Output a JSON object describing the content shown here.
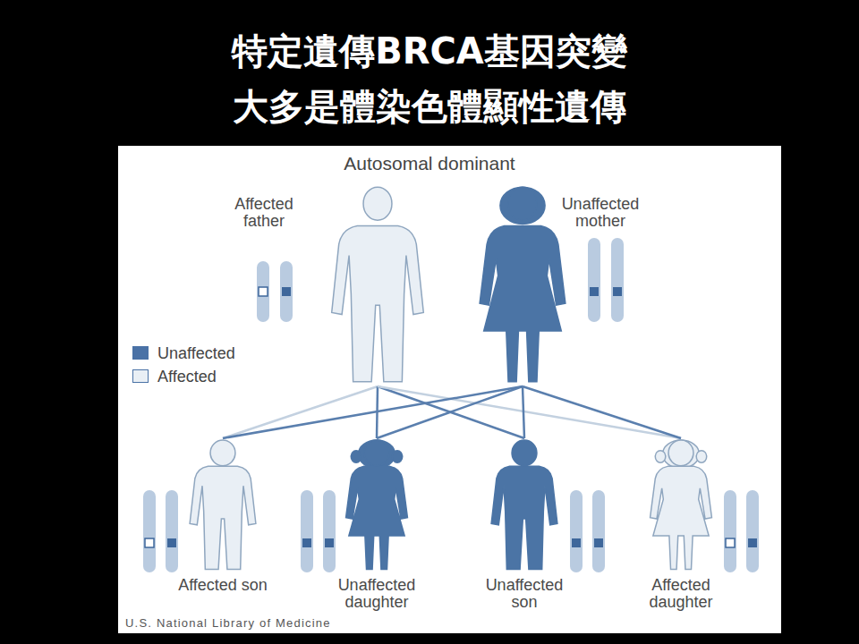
{
  "diagram": {
    "title": "特定遺傳BRCA基因突變 大多是體染色體顯性遺傳",
    "nodes": [
      {
        "text": [
          "Affected father"
        ]
      },
      {
        "text": [
          "Unaffected mother"
        ]
      },
      {
        "text": [
          "Affected son"
        ]
      },
      {
        "text": [
          "Unaffected daughter"
        ]
      },
      {
        "text": [
          "Unaffected son"
        ]
      },
      {
        "text": [
          "Affected daughter"
        ]
      }
    ],
    "edges": [
      {
        "from": 0,
        "to": 2,
        "arrow": "none"
      },
      {
        "from": 0,
        "to": 3,
        "arrow": "none"
      },
      {
        "from": 0,
        "to": 4,
        "arrow": "none"
      },
      {
        "from": 0,
        "to": 5,
        "arrow": "none"
      },
      {
        "from": 1,
        "to": 2,
        "arrow": "none"
      },
      {
        "from": 1,
        "to": 3,
        "arrow": "none"
      },
      {
        "from": 1,
        "to": 4,
        "arrow": "none"
      },
      {
        "from": 1,
        "to": 5,
        "arrow": "none"
      }
    ],
    "labels": [
      "Autosomal dominant",
      "U.S. National Library of Medicine"
    ],
    "legend": [
      {
        "text": "Unaffected",
        "color": "#4a72a6"
      },
      {
        "text": "Affected",
        "color": "#e9eff5"
      }
    ]
  }
}
